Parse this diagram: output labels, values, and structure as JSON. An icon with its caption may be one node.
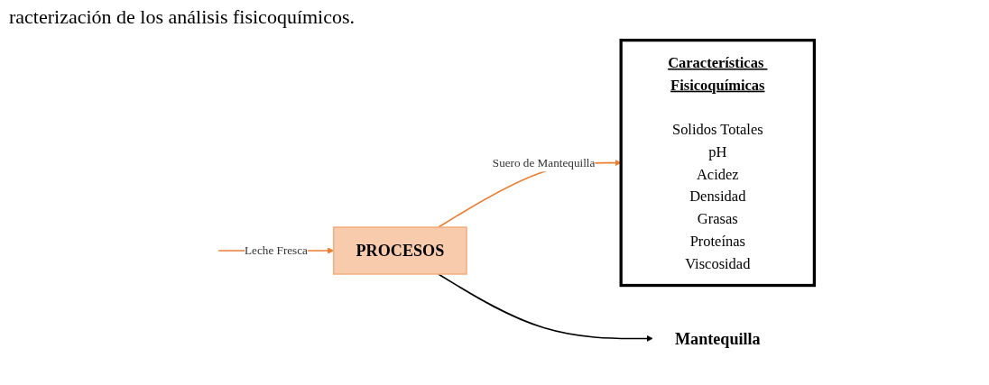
{
  "diagram": {
    "title": "racterización de los análisis fisicoquímicos.",
    "nodes": [
      {
        "text": [
          "PROCESOS"
        ]
      },
      {
        "text": [
          "Mantequilla"
        ]
      },
      {
        "text": [
          "Características Fisicoquímicas",
          "Solidos Totales",
          "pH",
          "Acidez",
          "Densidad",
          "Grasas",
          "Proteínas",
          "Viscosidad"
        ]
      }
    ],
    "edges": [
      {
        "from": null,
        "to": 0,
        "arrow": "to",
        "label": "Leche Fresca"
      },
      {
        "from": 0,
        "to": 2,
        "arrow": "to",
        "label": "Suero de Mantequilla"
      },
      {
        "from": 0,
        "to": 1,
        "arrow": "to",
        "color": "#000000"
      }
    ]
  }
}
